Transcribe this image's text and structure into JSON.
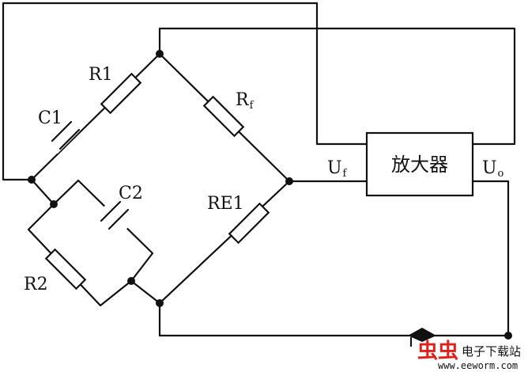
{
  "labels": {
    "r1": "R1",
    "rf_main": "R",
    "rf_sub": "f",
    "c1": "C1",
    "c2": "C2",
    "re1": "RE1",
    "r2": "R2",
    "uf_main": "U",
    "uf_sub": "f",
    "uo_main": "U",
    "uo_sub": "o",
    "amplifier": "放大器"
  },
  "watermark": {
    "logo": "虫虫",
    "site_name": "电子下载站",
    "url": "www.eeworm.com",
    "logo_color": "#e0201b"
  }
}
